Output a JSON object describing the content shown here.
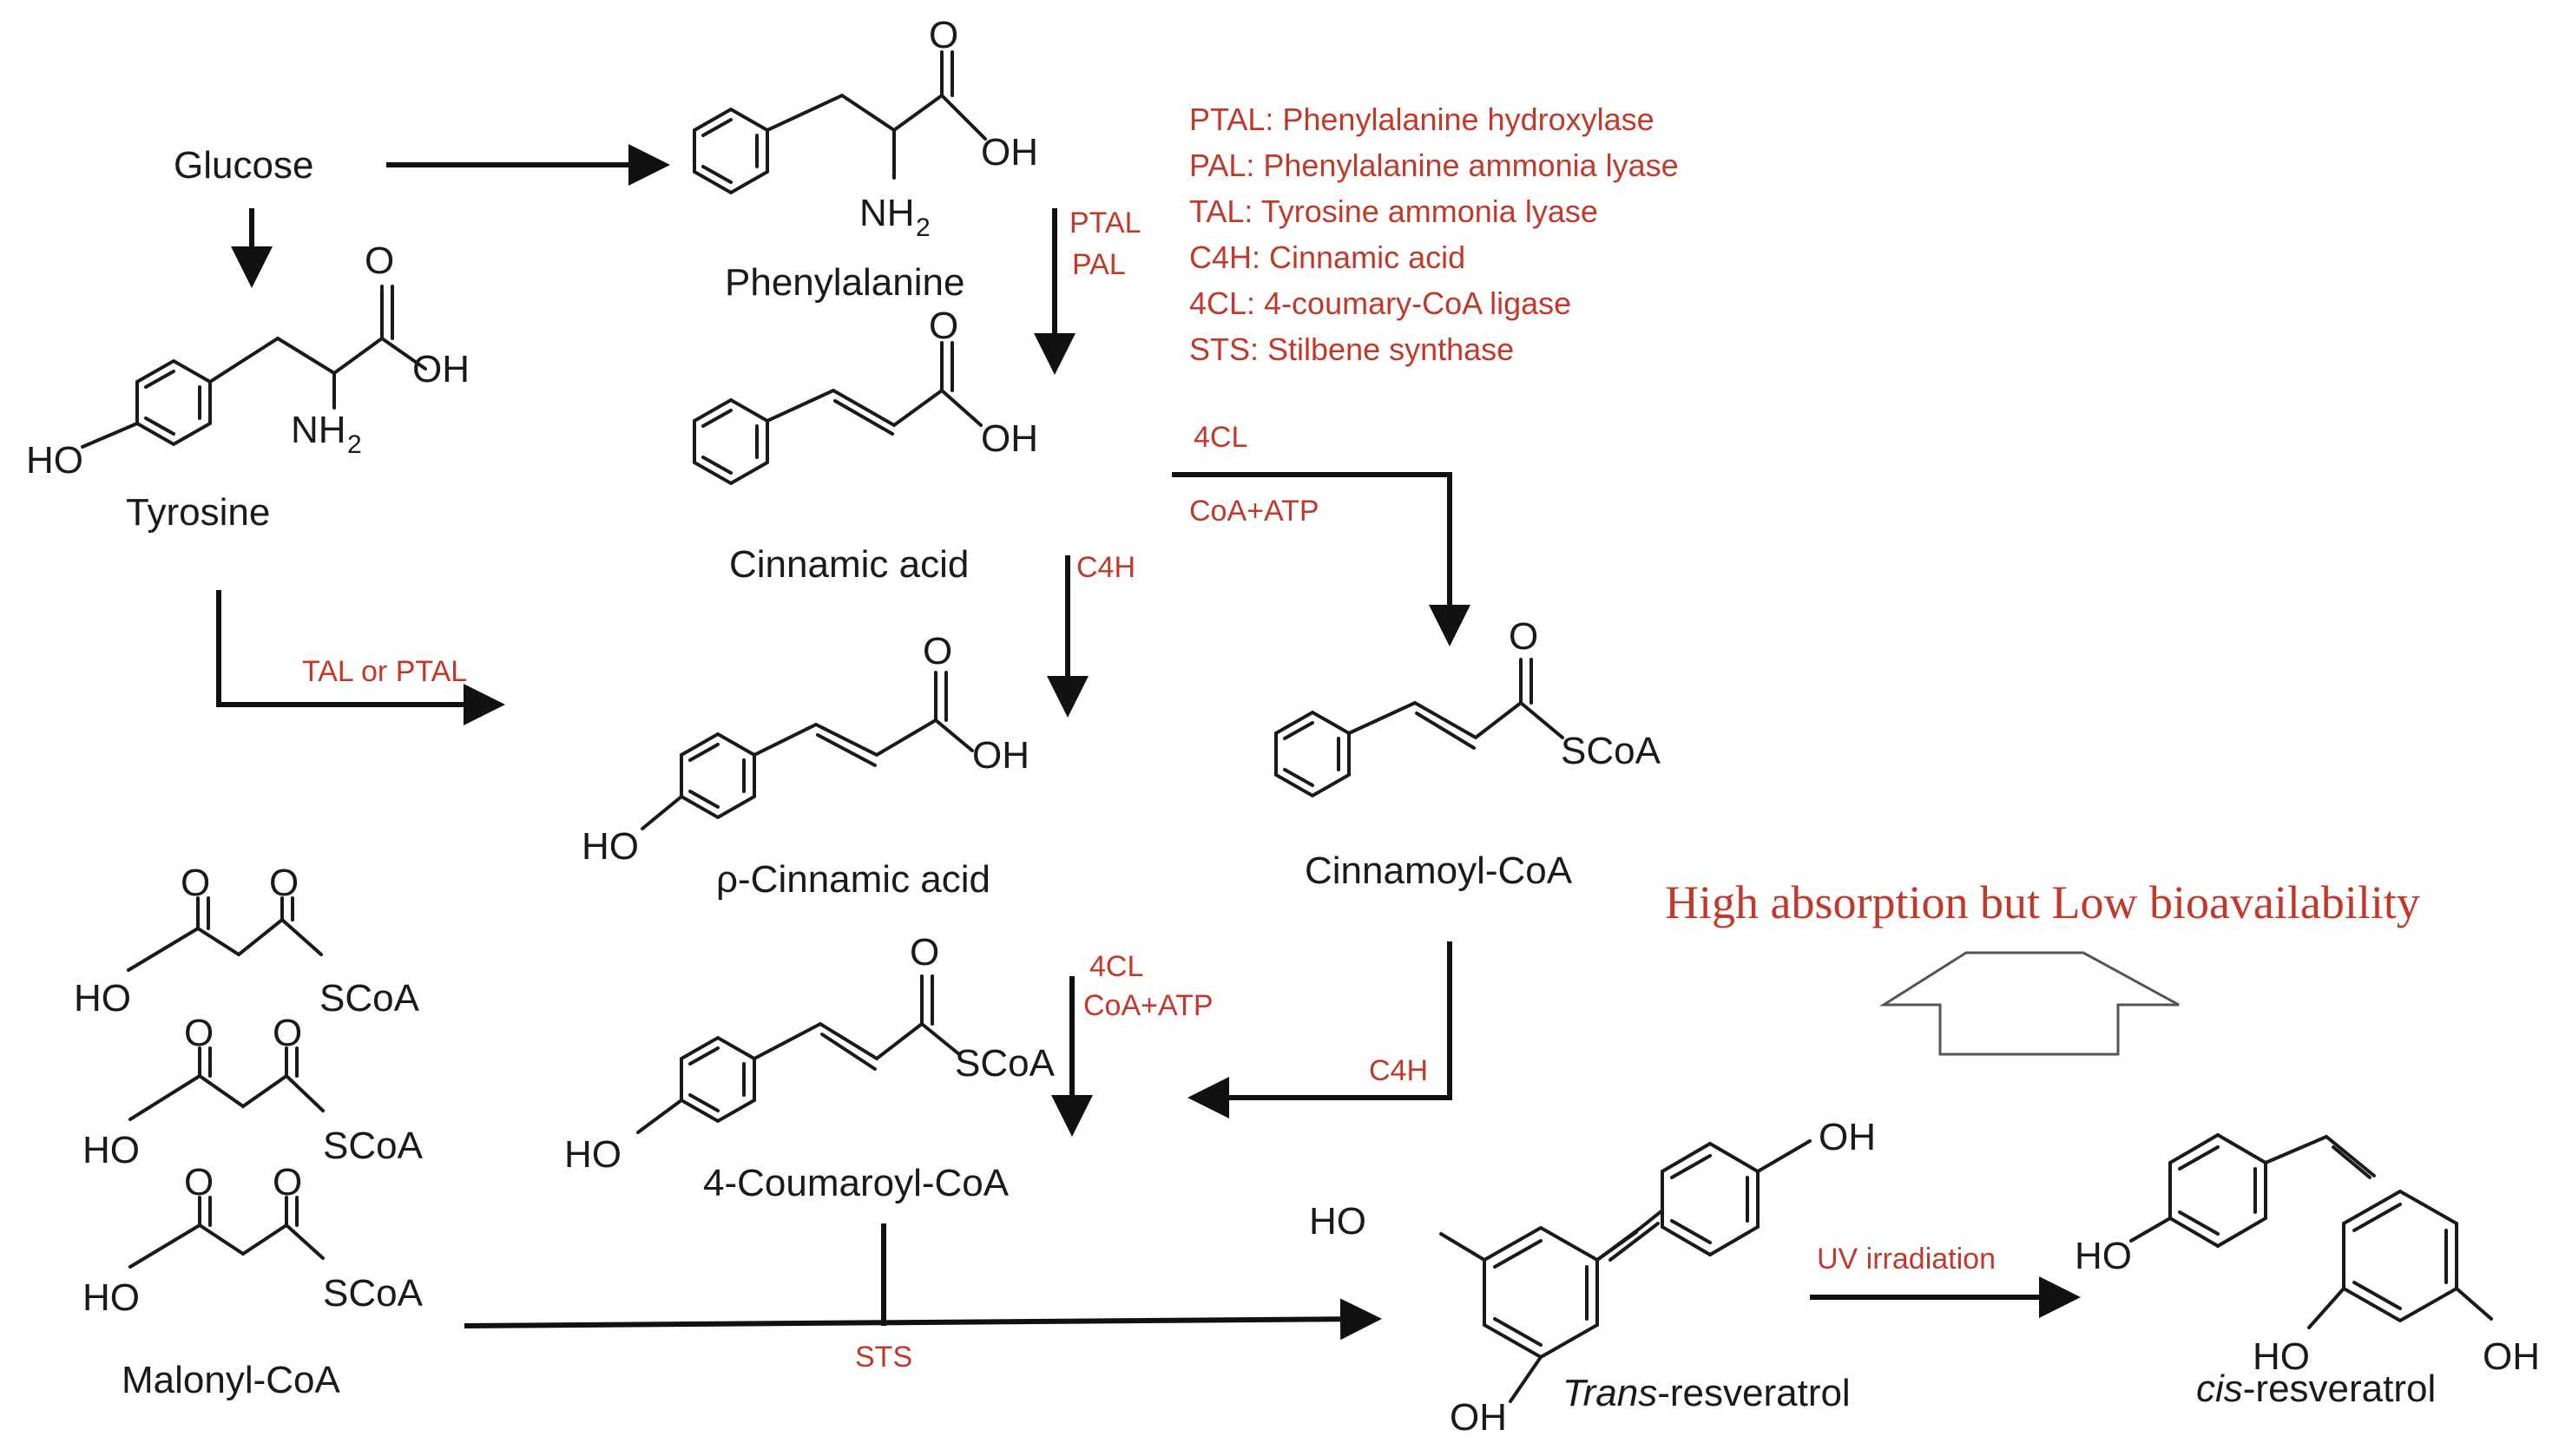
{
  "compounds": {
    "glucose": "Glucose",
    "phenylalanine": "Phenylalanine",
    "tyrosine": "Tyrosine",
    "cinnamic_acid": "Cinnamic acid",
    "p_cinnamic_acid": "ρ-Cinnamic acid",
    "cinnamoyl_coa": "Cinnamoyl-CoA",
    "coumaroyl_coa": "4-Coumaroyl-CoA",
    "malonyl_coa": "Malonyl-CoA",
    "trans_resveratrol_prefix": "Trans",
    "trans_resveratrol_suffix": "-resveratrol",
    "cis_resveratrol_prefix": "cis",
    "cis_resveratrol_suffix": "-resveratrol"
  },
  "atoms": {
    "O": "O",
    "OH": "OH",
    "HO": "HO",
    "NH": "NH",
    "two": "2",
    "SCoA": "SCoA"
  },
  "enzymes": {
    "ptal": "PTAL",
    "pal": "PAL",
    "fourcl": "4CL",
    "coa_atp": "CoA+ATP",
    "c4h": "C4H",
    "tal_or_ptal": "TAL or PTAL",
    "sts": "STS",
    "uv": "UV irradiation"
  },
  "legend": [
    "PTAL: Phenylalanine hydroxylase",
    "PAL: Phenylalanine ammonia lyase",
    "TAL: Tyrosine ammonia lyase",
    "C4H: Cinnamic acid",
    "4CL: 4-coumary-CoA ligase",
    "STS: Stilbene synthase"
  ],
  "annotation": "High absorption but Low bioavailability",
  "colors": {
    "enzyme_text": "#c0392b",
    "structure": "#1a1a1a",
    "arrow": "#111111"
  }
}
